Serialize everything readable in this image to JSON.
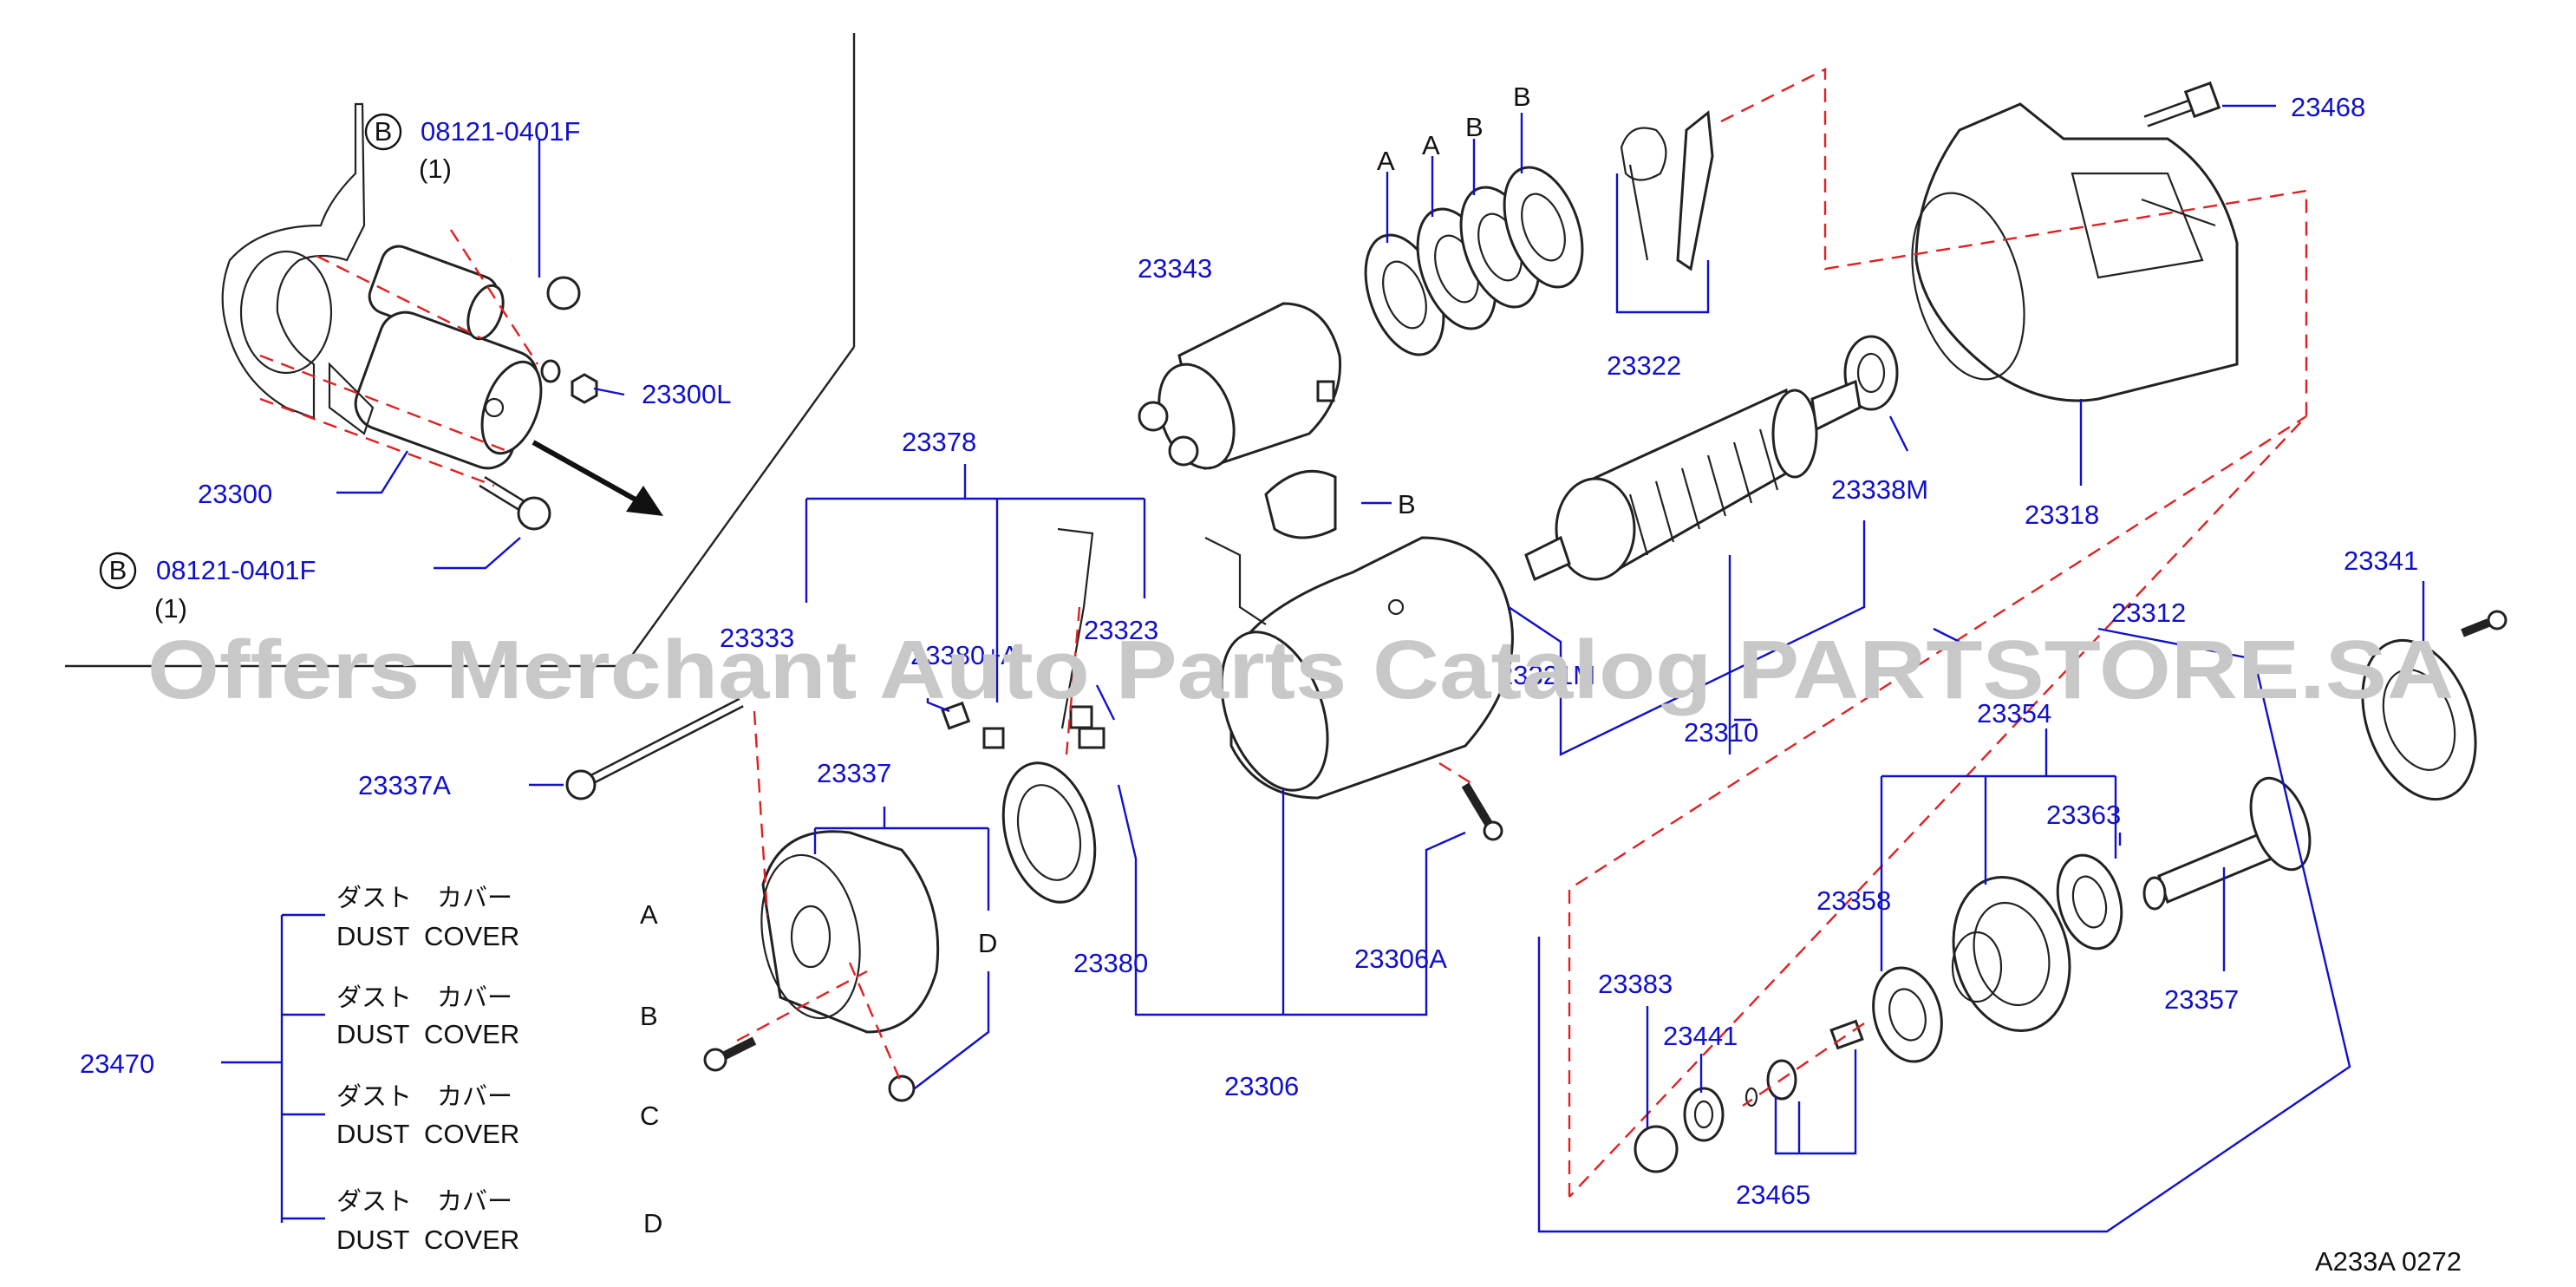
{
  "watermark": "Offers Merchant Auto Parts Catalog PARTSTORE.SA",
  "diagram_code": "A233A 0272",
  "inset": {
    "bolt_ref_top": {
      "circle": "B",
      "part": "08121-0401F",
      "qty": "(1)"
    },
    "bolt_ref_bottom": {
      "circle": "B",
      "part": "08121-0401F",
      "qty": "(1)"
    },
    "nut_part": "23300L",
    "starter_assy_part": "23300"
  },
  "parts": {
    "p23343": "23343",
    "p23378": "23378",
    "p23333": "23333",
    "p23380a": "23380+A",
    "p23323": "23323",
    "p23337a": "23337A",
    "p23337": "23337",
    "p23380": "23380",
    "p23306": "23306",
    "p23306a": "23306A",
    "p23321m": "23321M",
    "p23310": "23310",
    "p23322": "23322",
    "p23338m": "23338M",
    "p23318": "23318",
    "p23468": "23468",
    "p23341": "23341",
    "p23312": "23312",
    "p23354": "23354",
    "p23363": "23363",
    "p23358": "23358",
    "p23357": "23357",
    "p23383": "23383",
    "p23441": "23441",
    "p23465": "23465",
    "p23470": "23470"
  },
  "cover_letters": {
    "a1": "A",
    "a2": "A",
    "b1": "B",
    "b2": "B",
    "b_bracket": "B",
    "d_rear": "D"
  },
  "dust_cover_legend": [
    {
      "jp": "ダスト　カバー",
      "en": "DUST  COVER",
      "letter": "A"
    },
    {
      "jp": "ダスト　カバー",
      "en": "DUST  COVER",
      "letter": "B"
    },
    {
      "jp": "ダスト　カバー",
      "en": "DUST  COVER",
      "letter": "C"
    },
    {
      "jp": "ダスト　カバー",
      "en": "DUST  COVER",
      "letter": "D"
    }
  ]
}
